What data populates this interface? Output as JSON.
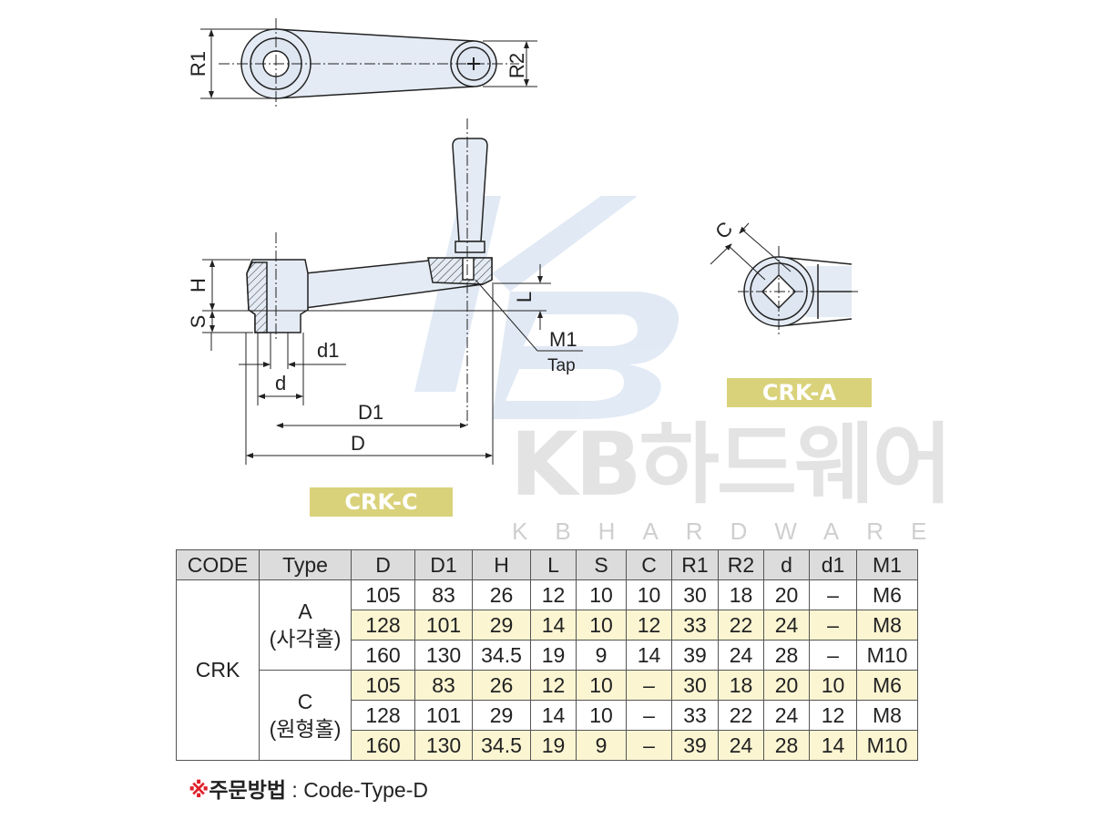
{
  "watermark": {
    "main": "KB하드웨어",
    "sub": "KBHARDWARE"
  },
  "drawing": {
    "labels": {
      "R1": "R1",
      "R2": "R2",
      "H": "H",
      "S": "S",
      "L": "L",
      "M1": "M1",
      "tap": "Tap",
      "d1": "d1",
      "d": "d",
      "D1": "D1",
      "D": "D",
      "C": "C"
    },
    "tag_a": "CRK-A",
    "tag_c": "CRK-C"
  },
  "table": {
    "headers": [
      "CODE",
      "Type",
      "D",
      "D1",
      "H",
      "L",
      "S",
      "C",
      "R1",
      "R2",
      "d",
      "d1",
      "M1"
    ],
    "code": "CRK",
    "groups": [
      {
        "type": "A",
        "type_sub": "(사각홀)",
        "rows": [
          [
            "105",
            "83",
            "26",
            "12",
            "10",
            "10",
            "30",
            "18",
            "20",
            "–",
            "M6"
          ],
          [
            "128",
            "101",
            "29",
            "14",
            "10",
            "12",
            "33",
            "22",
            "24",
            "–",
            "M8"
          ],
          [
            "160",
            "130",
            "34.5",
            "19",
            "9",
            "14",
            "39",
            "24",
            "28",
            "–",
            "M10"
          ]
        ]
      },
      {
        "type": "C",
        "type_sub": "(원형홀)",
        "rows": [
          [
            "105",
            "83",
            "26",
            "12",
            "10",
            "–",
            "30",
            "18",
            "20",
            "10",
            "M6"
          ],
          [
            "128",
            "101",
            "29",
            "14",
            "10",
            "–",
            "33",
            "22",
            "24",
            "12",
            "M8"
          ],
          [
            "160",
            "130",
            "34.5",
            "19",
            "9",
            "–",
            "39",
            "24",
            "28",
            "14",
            "M10"
          ]
        ]
      }
    ],
    "highlight_color": "#fbf5d2"
  },
  "footer": {
    "mark": "※",
    "label": "주문방법",
    "sep": " : ",
    "format": "Code-Type-D"
  }
}
